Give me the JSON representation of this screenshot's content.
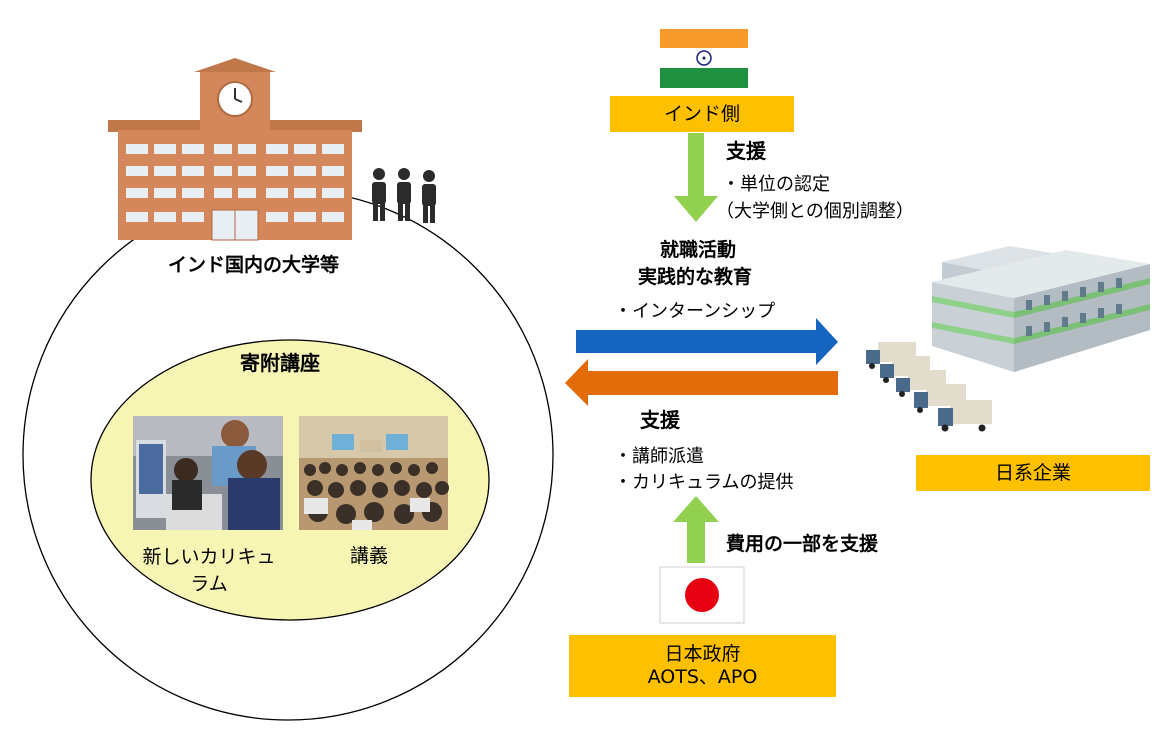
{
  "university": {
    "label": "インド国内の大学等"
  },
  "endowed": {
    "label": "寄附講座"
  },
  "photo_left": {
    "caption_line1": "新しいカリキュ",
    "caption_line2": "ラム"
  },
  "photo_right": {
    "caption": "講義"
  },
  "india": {
    "label": "インド側"
  },
  "india_support": {
    "title": "支援",
    "item1": "・単位の認定",
    "item2": "（大学側との個別調整）"
  },
  "employment": {
    "line1": "就職活動",
    "line2": "実践的な教育",
    "item": "・インターンシップ"
  },
  "japan_support": {
    "title": "支援",
    "item1": "・講師派遣",
    "item2": "・カリキュラムの提供"
  },
  "cost_support": {
    "label": "費用の一部を支援"
  },
  "company": {
    "label": "日系企業"
  },
  "japan_gov": {
    "line1": "日本政府",
    "line2": "AOTS、APO"
  },
  "colors": {
    "accent": "#ffc000",
    "arrow_blue": "#1565c0",
    "arrow_orange": "#e36c09",
    "arrow_green": "#92d050",
    "inner_circle": "#f7f5b4"
  }
}
